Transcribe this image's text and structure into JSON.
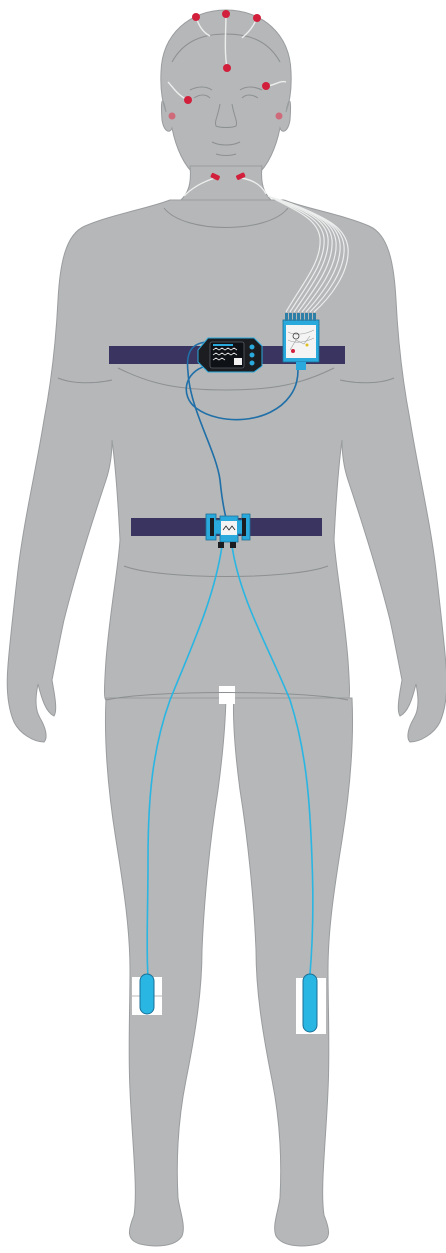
{
  "figure": {
    "subject": "human-body-with-polysomnography-sensors",
    "colors": {
      "background": "#ffffff",
      "body_fill": "#b5b7b8",
      "body_line": "#8d9092",
      "electrode": "#d21f3c",
      "electrode_faded": "#cf6a7a",
      "lead_wire": "#e9eaea",
      "belt": "#3a3460",
      "cable_dark": "#1f6fa8",
      "cable_cyan": "#29b6e3",
      "device_body": "#1b1d20",
      "device_accent": "#2aa9dc",
      "screen": "#0e1116"
    },
    "components": [
      {
        "name": "scalp-electrodes",
        "count": 4
      },
      {
        "name": "eye-electrodes",
        "count": 2
      },
      {
        "name": "chin-electrodes",
        "count": 2
      },
      {
        "name": "chest-belt"
      },
      {
        "name": "recorder-device"
      },
      {
        "name": "headbox-connector"
      },
      {
        "name": "abdominal-belt"
      },
      {
        "name": "belt-sensor-module"
      },
      {
        "name": "left-leg-sensor"
      },
      {
        "name": "right-leg-sensor"
      }
    ]
  }
}
